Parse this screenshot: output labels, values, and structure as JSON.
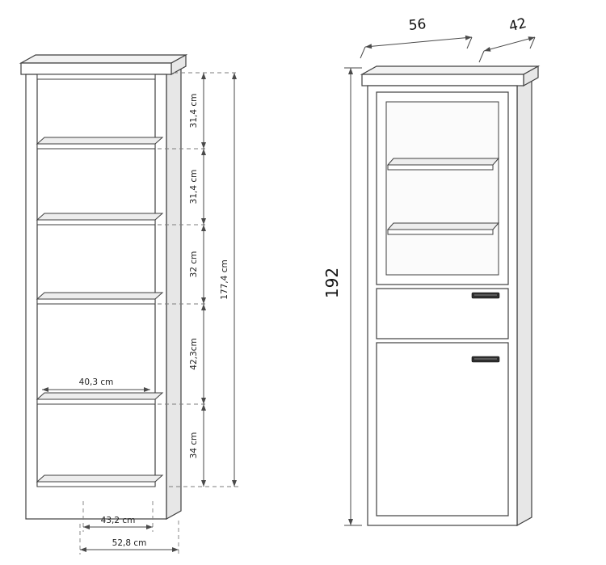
{
  "diagram": {
    "left_view": {
      "segment_labels": [
        "31,4 cm",
        "31,4 cm",
        "32 cm",
        "42,3cm",
        "34 cm"
      ],
      "total_height_label": "177,4 cm",
      "inner_width_label": "40,3 cm",
      "inner_bottom_width_label": "43,2 cm",
      "outer_bottom_width_label": "52,8 cm"
    },
    "right_view": {
      "width_label": "56",
      "depth_label": "42",
      "height_label": "192"
    },
    "colors": {
      "line": "#3f3f3f",
      "dimension_line": "#4a4a4a",
      "panel_top": "#f2f2f2",
      "panel_side": "#e7e7e7",
      "shelf_top": "#ededed",
      "glass": "#fbfbfb",
      "handle": "#2e2e2e",
      "background": "#ffffff"
    }
  }
}
